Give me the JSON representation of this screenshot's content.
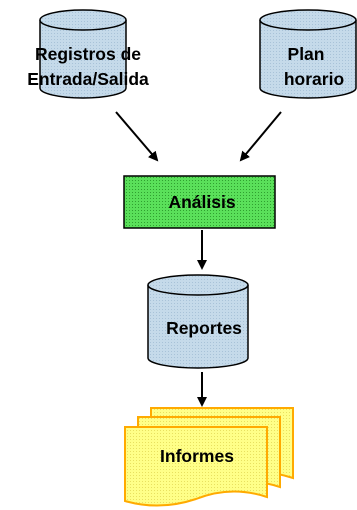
{
  "nodes": {
    "registros": {
      "line1": "Registros de",
      "line2": "Entrada/Salida"
    },
    "plan": {
      "line1": "Plan",
      "line2": "horario"
    },
    "analisis": {
      "label": "Análisis"
    },
    "reportes": {
      "label": "Reportes"
    },
    "informes": {
      "label": "Informes"
    }
  },
  "colors": {
    "cylinder_fill": "#c5daea",
    "process_fill": "#5ae05a",
    "document_fill": "#ffff88",
    "document_stroke": "#ffaa00",
    "text": "#000000",
    "arrow": "#000000"
  }
}
